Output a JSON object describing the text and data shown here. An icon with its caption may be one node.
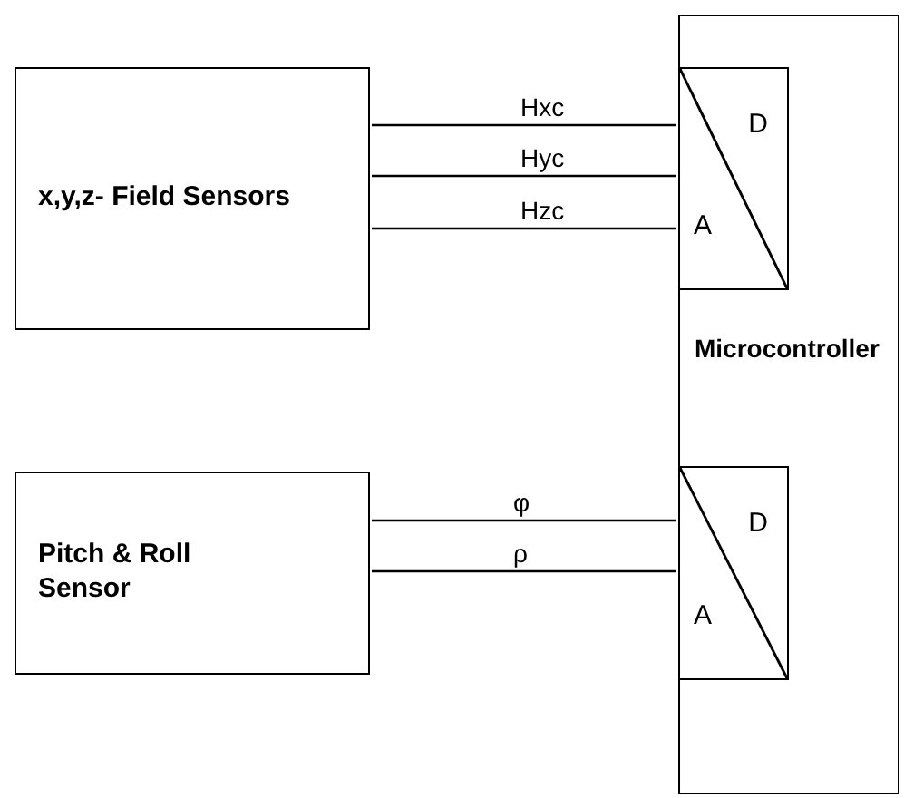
{
  "diagram": {
    "nodes": [
      {
        "text": [
          "x,y,z- Field Sensors"
        ]
      },
      {
        "text": [
          "Pitch & Roll Sensor"
        ]
      },
      {
        "text": [
          "Microcontroller"
        ]
      },
      {
        "text": [
          "D",
          "A"
        ],
        "in": 2
      },
      {
        "text": [
          "D",
          "A"
        ],
        "in": 2
      }
    ],
    "edges": [
      {
        "from": 0,
        "to": 3,
        "arrow": "none",
        "label": "Hxc"
      },
      {
        "from": 0,
        "to": 3,
        "arrow": "none",
        "label": "Hyc"
      },
      {
        "from": 0,
        "to": 3,
        "arrow": "none",
        "label": "Hzc"
      },
      {
        "from": 1,
        "to": 4,
        "arrow": "none",
        "label": "φ"
      },
      {
        "from": 1,
        "to": 4,
        "arrow": "none",
        "label": "ρ"
      }
    ]
  }
}
